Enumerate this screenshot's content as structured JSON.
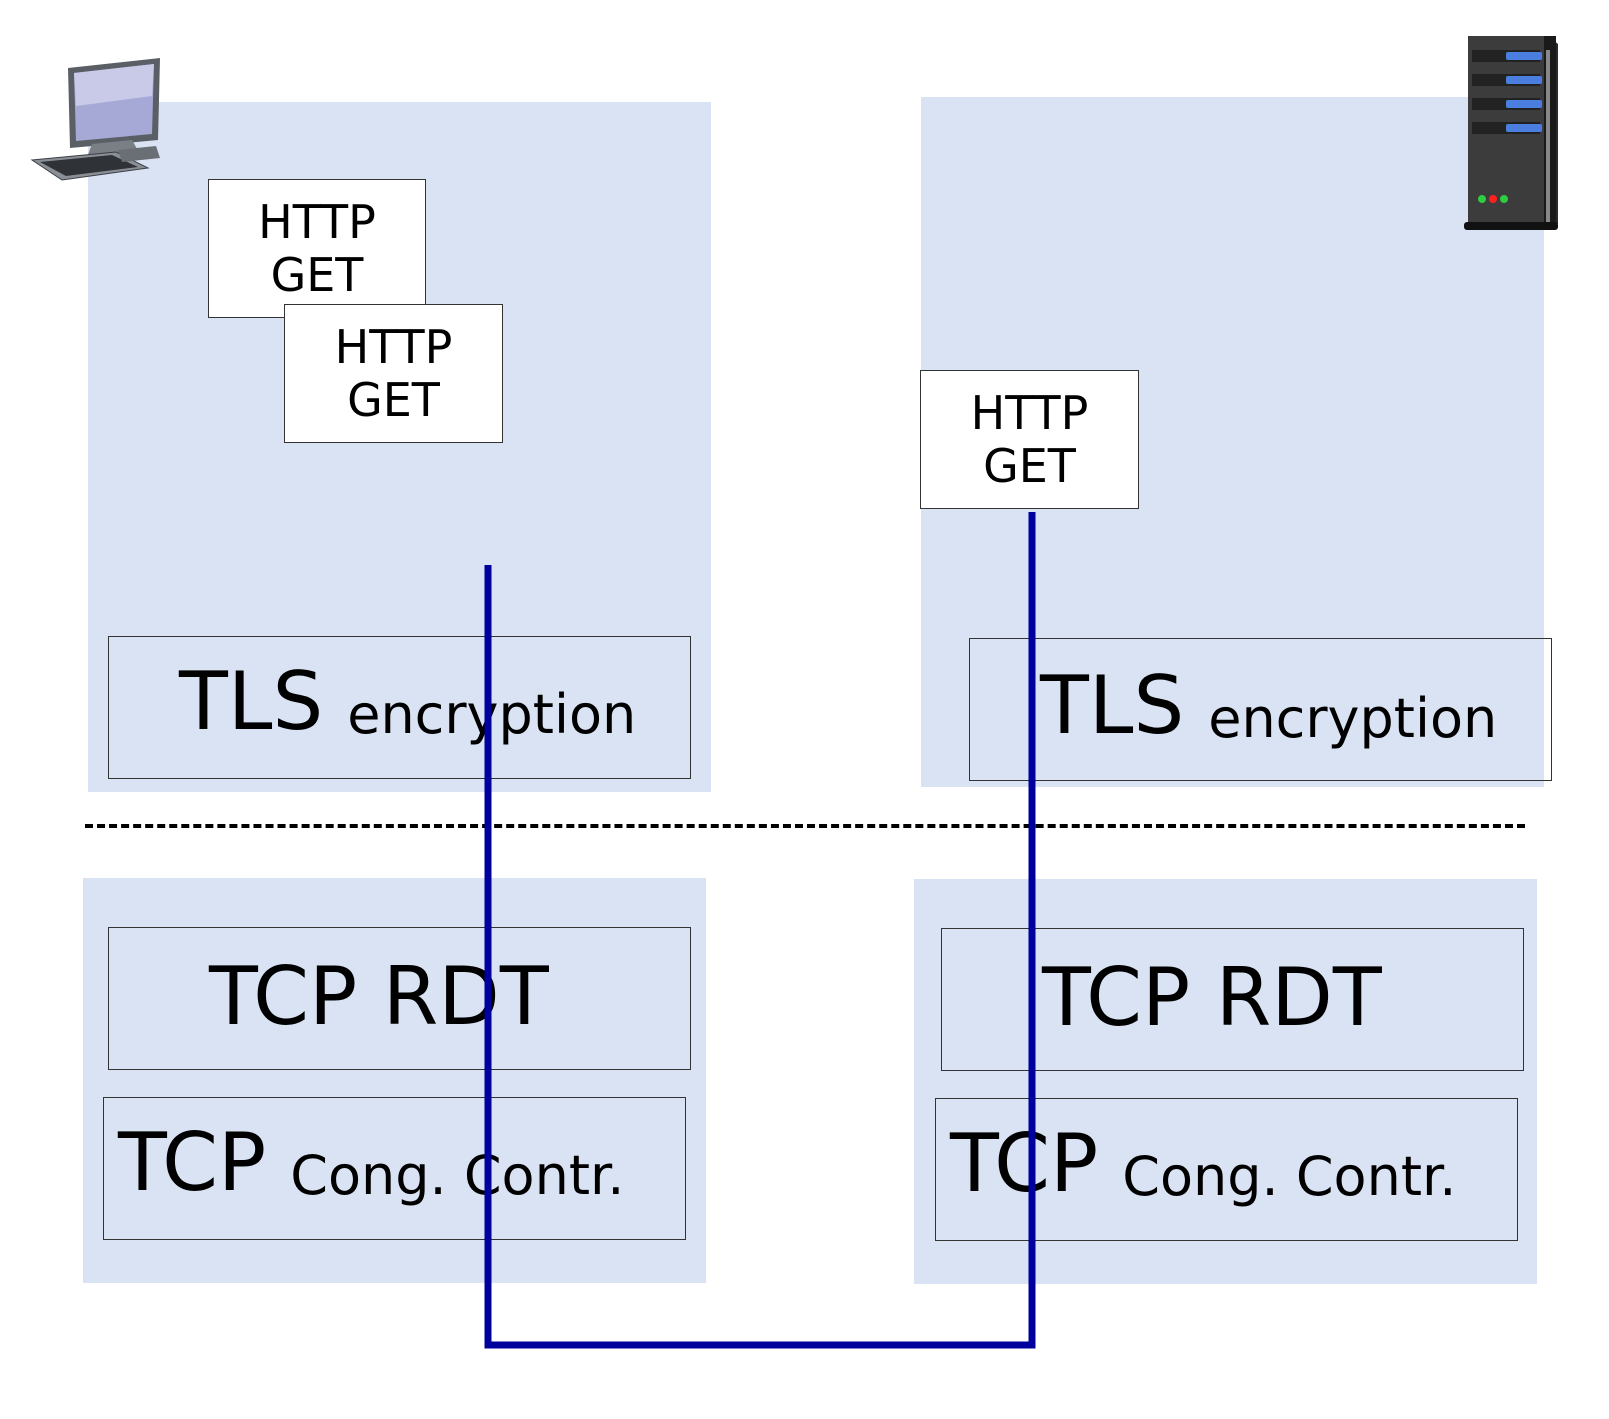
{
  "client": {
    "icon": "desktop-computer-icon",
    "http_get_1": [
      "HTTP",
      "GET"
    ],
    "http_get_2": [
      "HTTP",
      "GET"
    ],
    "tls": {
      "big": "TLS",
      "small": "encryption"
    },
    "tcp_rdt": "TCP RDT",
    "tcp_cc": {
      "big": "TCP",
      "small": "Cong. Contr."
    }
  },
  "server": {
    "icon": "server-tower-icon",
    "http_get": [
      "HTTP",
      "GET"
    ],
    "tls": {
      "big": "TLS",
      "small": "encryption"
    },
    "tcp_rdt": "TCP RDT",
    "tcp_cc": {
      "big": "TCP",
      "small": "Cong. Contr."
    }
  },
  "colors": {
    "panel": "#dae3f3",
    "connection_line": "#00009c",
    "border": "#333333"
  }
}
